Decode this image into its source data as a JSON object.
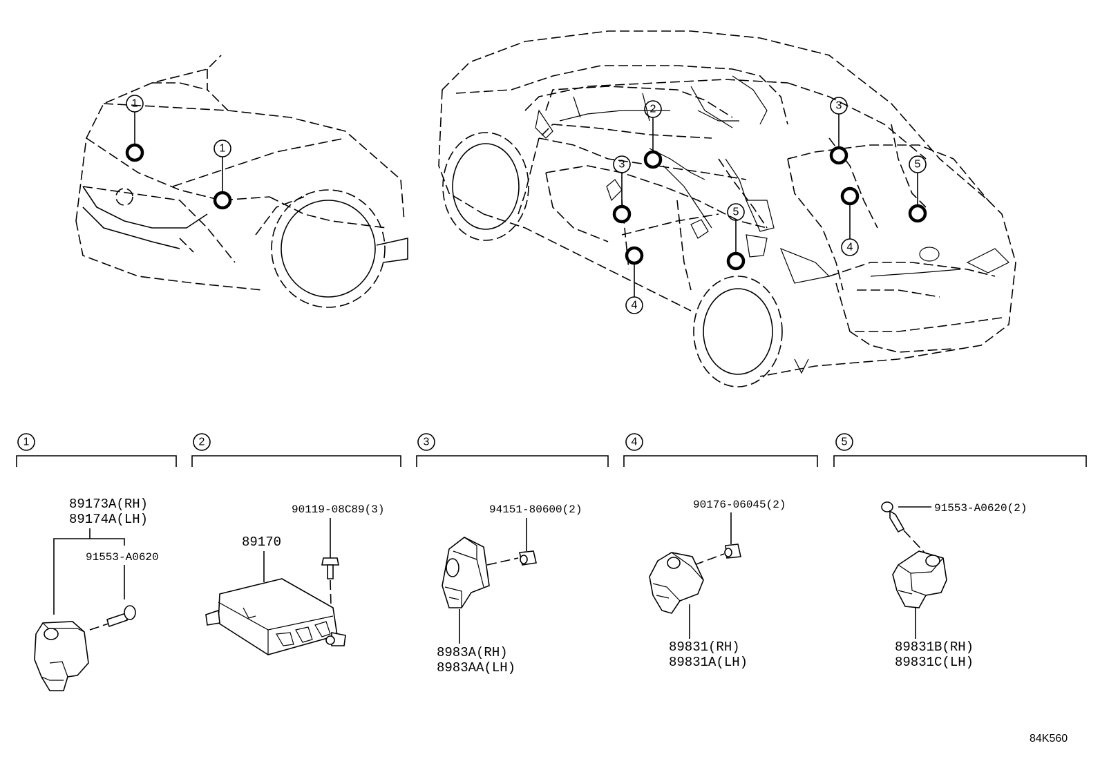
{
  "diagram_code": "84K560",
  "callouts": {
    "c1": "1",
    "c2": "2",
    "c3": "3",
    "c4": "4",
    "c5": "5"
  },
  "sections": [
    {
      "number": "1",
      "labels": [
        "89173A(RH)",
        "89174A(LH)",
        "91553-A0620"
      ]
    },
    {
      "number": "2",
      "labels": [
        "89170",
        "90119-08C89(3)"
      ]
    },
    {
      "number": "3",
      "labels": [
        "94151-80600(2)",
        "8983A(RH)",
        "8983AA(LH)"
      ]
    },
    {
      "number": "4",
      "labels": [
        "90176-06045(2)",
        "89831(RH)",
        "89831A(LH)"
      ]
    },
    {
      "number": "5",
      "labels": [
        "91553-A0620(2)",
        "89831B(RH)",
        "89831C(LH)"
      ]
    }
  ]
}
